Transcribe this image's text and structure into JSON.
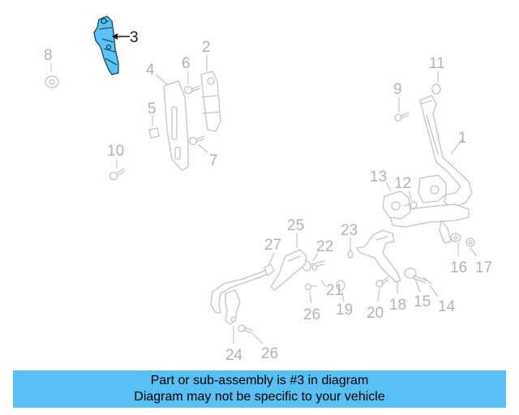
{
  "diagram": {
    "highlighted_part": "3",
    "colors": {
      "highlight": "#58c4f3",
      "outline": "#c4c4c4",
      "label": "#b3b3b3",
      "banner": "#58c0f5"
    },
    "labels": {
      "l1": "1",
      "l2": "2",
      "l3": "3",
      "l4": "4",
      "l5": "5",
      "l6": "6",
      "l7": "7",
      "l8": "8",
      "l9": "9",
      "l10": "10",
      "l11": "11",
      "l12": "12",
      "l13": "13",
      "l14": "14",
      "l15": "15",
      "l16": "16",
      "l17": "17",
      "l18": "18",
      "l19": "19",
      "l20": "20",
      "l21": "21",
      "l22": "22",
      "l23": "23",
      "l24": "24",
      "l25": "25",
      "l26a": "26",
      "l26b": "26",
      "l27": "27"
    }
  },
  "banner": {
    "line1": "Part or sub-assembly is #3 in diagram",
    "line2": "Diagram may not be specific to your vehicle"
  }
}
